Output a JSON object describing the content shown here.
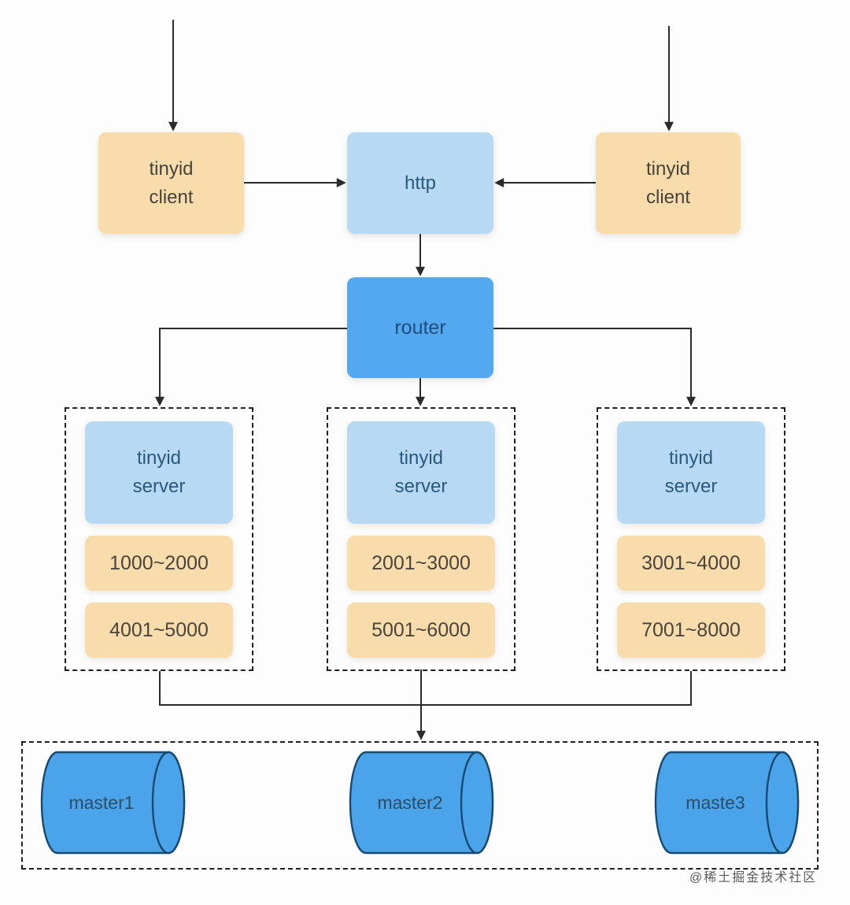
{
  "nodes": {
    "client_left": {
      "label": "tinyid client"
    },
    "client_right": {
      "label": "tinyid client"
    },
    "http": {
      "label": "http"
    },
    "router": {
      "label": "router"
    },
    "server_groups": [
      {
        "server_label": "tinyid server",
        "ranges": [
          "1000~2000",
          "4001~5000"
        ]
      },
      {
        "server_label": "tinyid server",
        "ranges": [
          "2001~3000",
          "5001~6000"
        ]
      },
      {
        "server_label": "tinyid server",
        "ranges": [
          "3001~4000",
          "7001~8000"
        ]
      }
    ],
    "masters": [
      {
        "label": "master1"
      },
      {
        "label": "master2"
      },
      {
        "label": "maste3"
      }
    ]
  },
  "watermark": "@稀土掘金技术社区",
  "colors": {
    "client_fill": "#f8dcab",
    "server_fill": "#b7d9f4",
    "router_fill": "#54a8ef",
    "cylinder_fill": "#4ba4ea",
    "cylinder_stroke": "#174a6e",
    "line": "#2b2b2b",
    "dashed_border": "#1f1f1f"
  }
}
